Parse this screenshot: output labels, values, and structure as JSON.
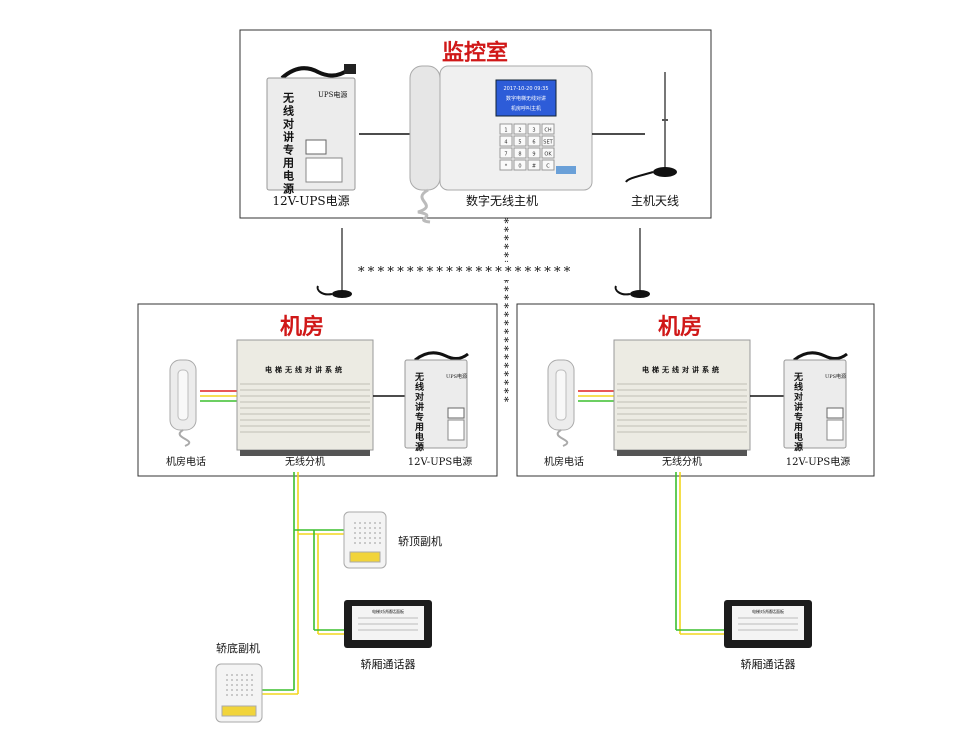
{
  "colors": {
    "title_red": "#d01818",
    "wire_green": "#3cbf2e",
    "wire_yellow": "#f2d61e",
    "wire_red": "#e02020"
  },
  "control_room": {
    "title": "监控室",
    "ups_label": "12V-UPS电源",
    "host_label": "数字无线主机",
    "antenna_label": "主机天线",
    "ups_box": {
      "vertical_text": "无线对讲专用电源",
      "brand": "UPS电源"
    },
    "host_screen_lines": [
      "2017-10-20 09:35",
      "数字电梯无线对讲",
      "机房呼叫主机"
    ],
    "host_keys": [
      "1",
      "2",
      "3",
      "CH",
      "4",
      "5",
      "6",
      "SET",
      "7",
      "8",
      "9",
      "OK",
      "*",
      "0",
      "#",
      "C"
    ]
  },
  "link": {
    "wireless_marks": "**********************"
  },
  "machine_room_left": {
    "title": "机房",
    "phone_label": "机房电话",
    "branch_label": "无线分机",
    "ups_label": "12V-UPS电源",
    "branch_box_text": "电梯无线对讲系统",
    "ups_box": {
      "vertical_text": "无线对讲专用电源",
      "brand": "UPS电源"
    }
  },
  "machine_room_right": {
    "title": "机房",
    "phone_label": "机房电话",
    "branch_label": "无线分机",
    "ups_label": "12V-UPS电源",
    "branch_box_text": "电梯无线对讲系统",
    "ups_box": {
      "vertical_text": "无线对讲专用电源",
      "brand": "UPS电源"
    }
  },
  "car_left": {
    "top_unit_label": "轿顶副机",
    "bottom_unit_label": "轿底副机",
    "intercom_label": "轿厢通话器",
    "intercom_panel_title": "电梯对讲通话面板"
  },
  "car_right": {
    "intercom_label": "轿厢通话器",
    "intercom_panel_title": "电梯对讲通话面板"
  }
}
